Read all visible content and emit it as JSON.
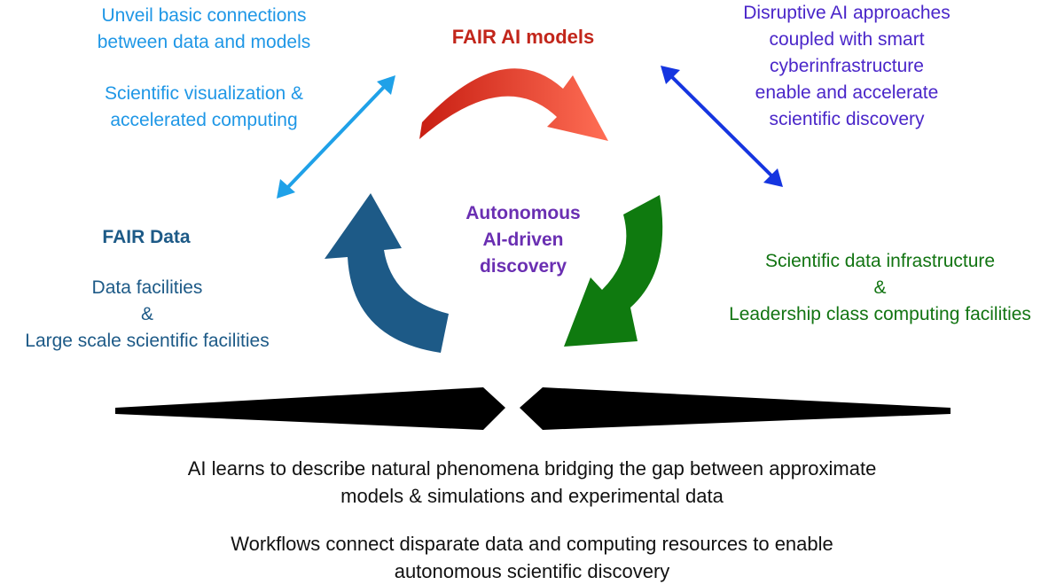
{
  "diagram": {
    "center_label": [
      "Autonomous",
      "AI-driven",
      "discovery"
    ],
    "fair_ai_models": "FAIR AI models",
    "fair_data": {
      "title": "FAIR Data",
      "lines": [
        "Data facilities",
        "&",
        "Large scale scientific facilities"
      ]
    },
    "top_left": {
      "line1": "Unveil basic connections",
      "line2": "between data and models",
      "line3": "Scientific visualization &",
      "line4": "accelerated computing"
    },
    "top_right": {
      "lines": [
        "Disruptive AI approaches",
        "coupled with smart",
        "cyberinfrastructure",
        "enable and accelerate",
        "scientific discovery"
      ]
    },
    "right": {
      "lines": [
        "Scientific data infrastructure",
        "&",
        "Leadership class computing facilities"
      ]
    },
    "bottom": {
      "paragraph1_line1": "AI learns to describe natural phenomena bridging the gap between approximate",
      "paragraph1_line2": "models & simulations and experimental data",
      "paragraph2_line1": "Workflows connect disparate data and computing resources to enable",
      "paragraph2_line2": "autonomous scientific discovery"
    }
  },
  "colors": {
    "red_arrow_start": "#c81e12",
    "red_arrow_end": "#ff6e55",
    "green_arrow": "#0f7a0f",
    "blue_arrow": "#1d5a87",
    "light_blue_double_arrow": "#1fa1e8",
    "dark_blue_double_arrow": "#1535e0",
    "bridge": "#000000"
  }
}
